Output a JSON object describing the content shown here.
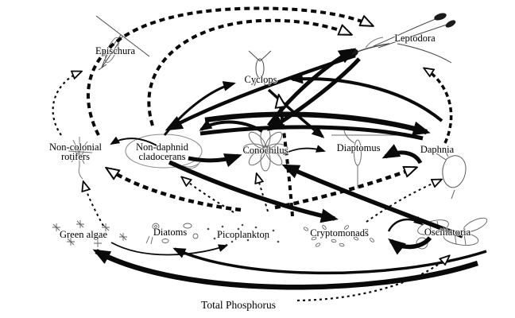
{
  "figure": {
    "type": "plankton-food-web-diagram",
    "background_color": "#ffffff",
    "ink_color": "#000000",
    "nodes": {
      "epischura": {
        "label": "Epischura",
        "icon": "copepod-sketch-icon"
      },
      "leptodora": {
        "label": "Leptodora",
        "icon": "predatory-cladoceran-sketch-icon"
      },
      "cyclops": {
        "label": "Cyclops",
        "icon": "copepod-sketch-icon"
      },
      "rotifers": {
        "label_line1": "Non-colonial",
        "label_line2": "rotifers",
        "icon": "rotifer-sketch-icon"
      },
      "cladocerans": {
        "label_line1": "Non-daphnid",
        "label_line2": "cladocerans",
        "icon": "cladoceran-sketch-icon"
      },
      "conochilus": {
        "label": "Conochilus",
        "icon": "rosette-colony-icon"
      },
      "diaptomus": {
        "label": "Diaptomus",
        "icon": "slender-copepod-icon"
      },
      "daphnia": {
        "label": "Daphnia",
        "icon": "daphnia-sketch-icon"
      },
      "green_algae": {
        "label": "Green algae",
        "icon": "algae-stars-icon"
      },
      "diatoms": {
        "label": "Diatoms",
        "icon": "diatom-cells-icon"
      },
      "picoplankton": {
        "label": "Picoplankton",
        "icon": "tiny-dots-icon"
      },
      "cryptomonads": {
        "label": "Cryptomonads",
        "icon": "flagellate-cells-icon"
      },
      "oscillatoria": {
        "label": "Oscillatoria",
        "icon": "filament-coil-icon"
      },
      "total_phosphorus": {
        "label": "Total Phosphorus"
      }
    },
    "edges": [
      {
        "from": "cladocerans",
        "to": "cyclops",
        "style": "solid"
      },
      {
        "from": "leptodora",
        "to": "cladocerans",
        "style": "solid-thick"
      },
      {
        "from": "conochilus",
        "to": "cladocerans",
        "style": "solid-thick"
      },
      {
        "from": "cladocerans",
        "to": "conochilus",
        "style": "solid-thick"
      },
      {
        "from": "cladocerans",
        "to": "rotifers",
        "style": "solid-thin"
      },
      {
        "from": "conochilus",
        "to": "diaptomus",
        "style": "solid-thin"
      },
      {
        "from": "daphnia",
        "to": "diaptomus",
        "style": "solid-thick"
      },
      {
        "from": "conochilus",
        "to": "daphnia",
        "style": "solid-very-thick"
      },
      {
        "from": "conochilus",
        "to": "leptodora",
        "style": "solid-thick"
      },
      {
        "from": "leptodora",
        "to": "conochilus",
        "style": "solid-thick"
      },
      {
        "from": "daphnia",
        "to": "cyclops",
        "style": "solid"
      },
      {
        "from": "cyclops",
        "to": "diaptomus",
        "style": "solid"
      },
      {
        "from": "cladocerans",
        "to": "cryptomonads",
        "style": "solid-thick"
      },
      {
        "from": "oscillatoria",
        "to": "conochilus",
        "style": "solid-thick"
      },
      {
        "from": "cryptomonads",
        "to": "oscillatoria",
        "style": "solid-thin"
      },
      {
        "from": "oscillatoria",
        "to": "cryptomonads",
        "style": "solid-thick"
      },
      {
        "from": "total_phosphorus",
        "to": "green_algae",
        "style": "solid-very-thick"
      },
      {
        "from": "total_phosphorus",
        "to": "diatoms",
        "style": "solid"
      },
      {
        "from": "green_algae",
        "to": "picoplankton",
        "style": "solid-thin"
      },
      {
        "from": "rotifers",
        "to": "leptodora",
        "style": "dashed-thick"
      },
      {
        "from": "cladocerans",
        "to": "leptodora",
        "style": "dashed-thick"
      },
      {
        "from": "daphnia",
        "to": "leptodora",
        "style": "dashed-thick"
      },
      {
        "from": "rotifers",
        "to": "epischura",
        "style": "dotted"
      },
      {
        "from": "picoplankton",
        "to": "cyclops",
        "style": "dashed-thick"
      },
      {
        "from": "picoplankton",
        "to": "conochilus",
        "style": "dotted"
      },
      {
        "from": "picoplankton",
        "to": "rotifers",
        "style": "dashed-thick"
      },
      {
        "from": "picoplankton",
        "to": "daphnia",
        "style": "dashed-thick"
      },
      {
        "from": "cryptomonads",
        "to": "daphnia",
        "style": "dotted"
      },
      {
        "from": "green_algae",
        "to": "rotifers",
        "style": "dotted"
      },
      {
        "from": "picoplankton",
        "to": "cladocerans",
        "style": "dotted"
      },
      {
        "from": "total_phosphorus",
        "to": "oscillatoria",
        "style": "dotted"
      }
    ]
  }
}
